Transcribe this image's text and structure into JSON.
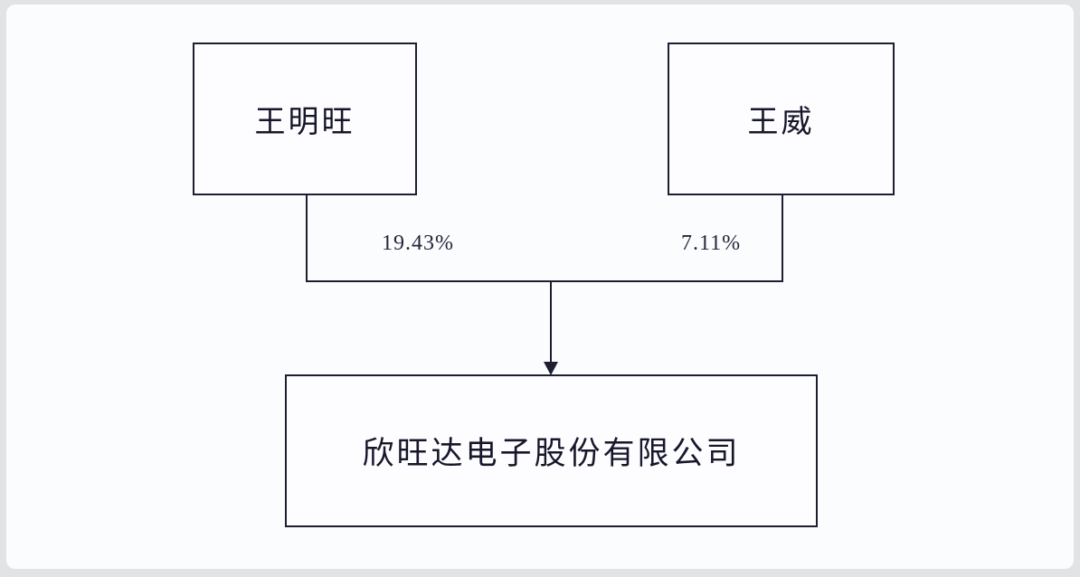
{
  "diagram": {
    "title": "equity-structure-chart",
    "nodes": {
      "shareholder1": {
        "label": "王明旺"
      },
      "shareholder2": {
        "label": "王威"
      },
      "company": {
        "label": "欣旺达电子股份有限公司"
      }
    },
    "edges": {
      "shareholder1_percentage": "19.43%",
      "shareholder2_percentage": "7.11%"
    },
    "colors": {
      "line": "#1e1e32",
      "canvas_background": "#fbfcfe",
      "frame_background": "#e2e3e5",
      "text": "#17172b"
    }
  }
}
